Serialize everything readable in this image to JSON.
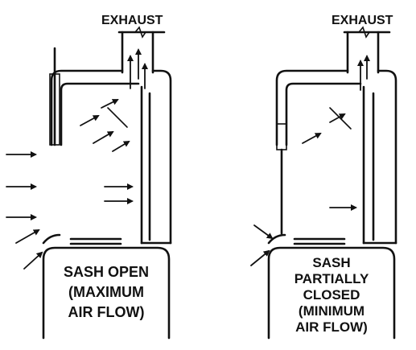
{
  "left_hood": {
    "exhaust_label": "EXHAUST",
    "caption_lines": [
      "SASH OPEN",
      "(MAXIMUM",
      "AIR FLOW)"
    ]
  },
  "right_hood": {
    "exhaust_label": "EXHAUST",
    "caption_lines": [
      "SASH",
      "PARTIALLY",
      "CLOSED",
      "(MINIMUM",
      "AIR FLOW)"
    ]
  },
  "colors": {
    "ink": "#111111",
    "paper": "#ffffff"
  }
}
